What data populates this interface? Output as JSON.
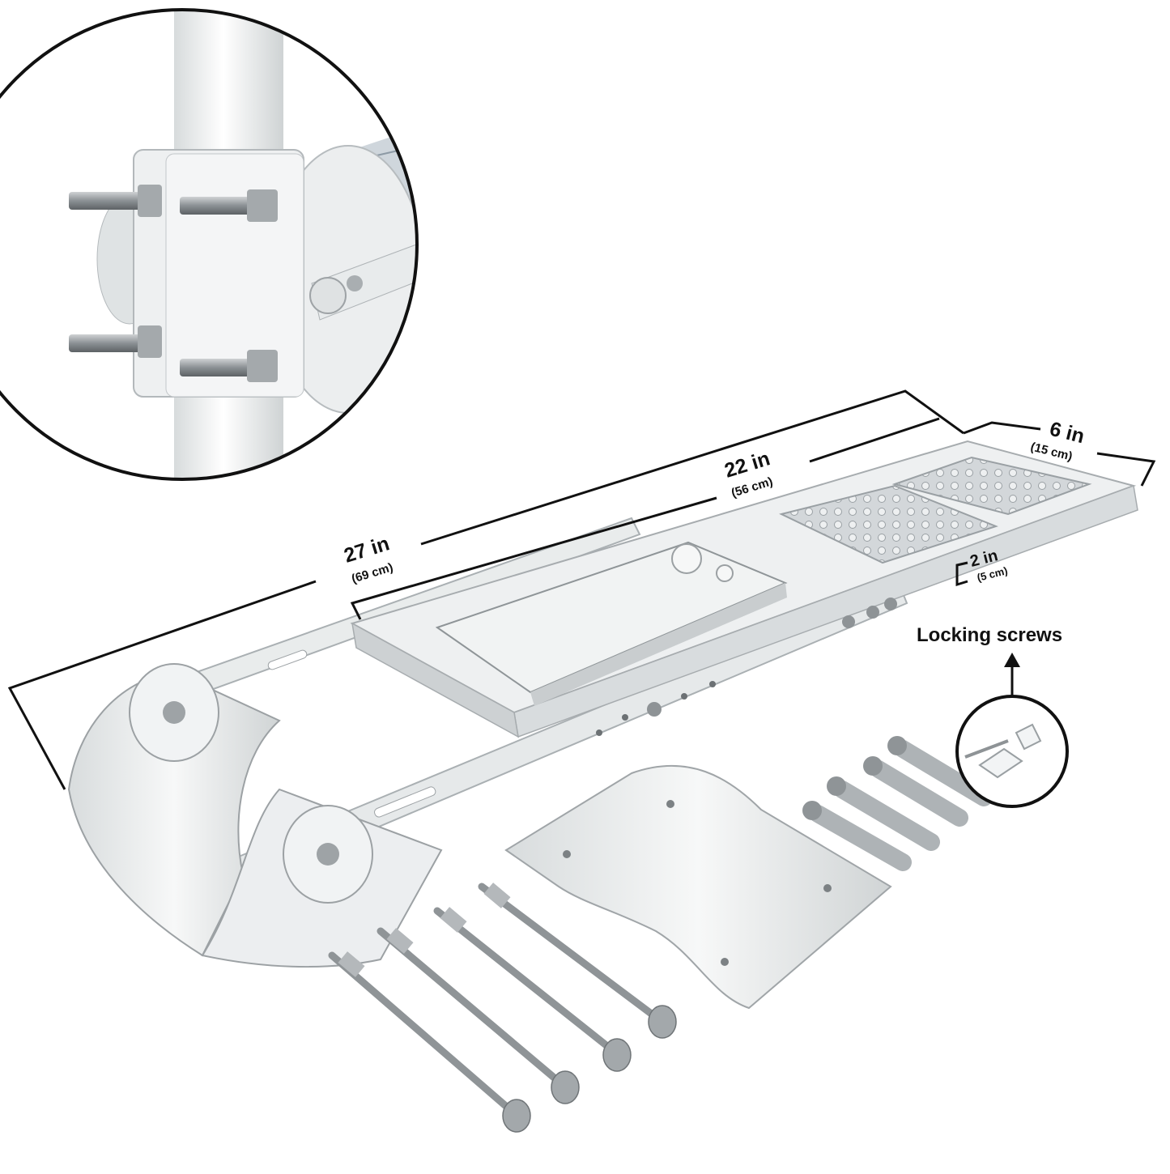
{
  "dimensions": {
    "overall": {
      "main": "27 in",
      "sub": "(69 cm)"
    },
    "body": {
      "main": "22 in",
      "sub": "(56 cm)"
    },
    "width": {
      "main": "6 in",
      "sub": "(15 cm)"
    },
    "depth": {
      "main": "2 in",
      "sub": "(5 cm)"
    }
  },
  "callout": {
    "label": "Locking screws"
  },
  "colors": {
    "metal_white": "#e9ecec",
    "steel": "#9ea3a6",
    "line": "#111111",
    "led": "#c9cdd0"
  }
}
